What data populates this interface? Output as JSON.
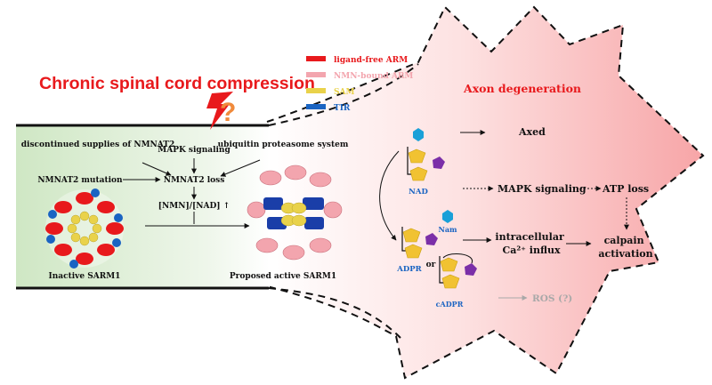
{
  "title": "Chronic spinal cord compression",
  "question_mark": "?",
  "legend": [
    {
      "label": "ligand-free ARM",
      "color": "#e8191c"
    },
    {
      "label": "NMN-bound ARM",
      "color": "#f3a5ae"
    },
    {
      "label": "SAM",
      "color": "#e9d24a"
    },
    {
      "label": "TIR",
      "color": "#1a64c2"
    }
  ],
  "left": {
    "discontinued": "discontinued supplies of NMNAT2",
    "mapk": "MAPK signaling",
    "ubiquitin": "ubiquitin proteasome system",
    "mutation": "NMNAT2 mutation",
    "loss": "NMNAT2 loss",
    "ratio": "[NMN]/[NAD] ↑",
    "inactive": "Inactive SARM1",
    "active": "Proposed active SARM1"
  },
  "molecules": {
    "nad": "NAD",
    "adpr": "ADPR",
    "or": "or",
    "nam": "Nam",
    "cadpr": "cADPR"
  },
  "right": {
    "heading": "Axon degeneration",
    "axed": "Axed",
    "mapk": "MAPK signaling",
    "atp": "ATP loss",
    "calcium_line1": "intracellular",
    "calcium_line2": "Ca²⁺ influx",
    "calpain_line1": "calpain",
    "calpain_line2": "activation",
    "ros": "ROS (?)"
  },
  "colors": {
    "title": "#e8191c",
    "heading": "#e8191c",
    "axon_green": "#cfe7c4",
    "neuron_pink": "#f7a5a7",
    "molecule_blue": "#1aa0d8",
    "molecule_yellow": "#f1c232",
    "molecule_purple": "#7b2fa8",
    "ros_gray": "#a8a8a8"
  }
}
